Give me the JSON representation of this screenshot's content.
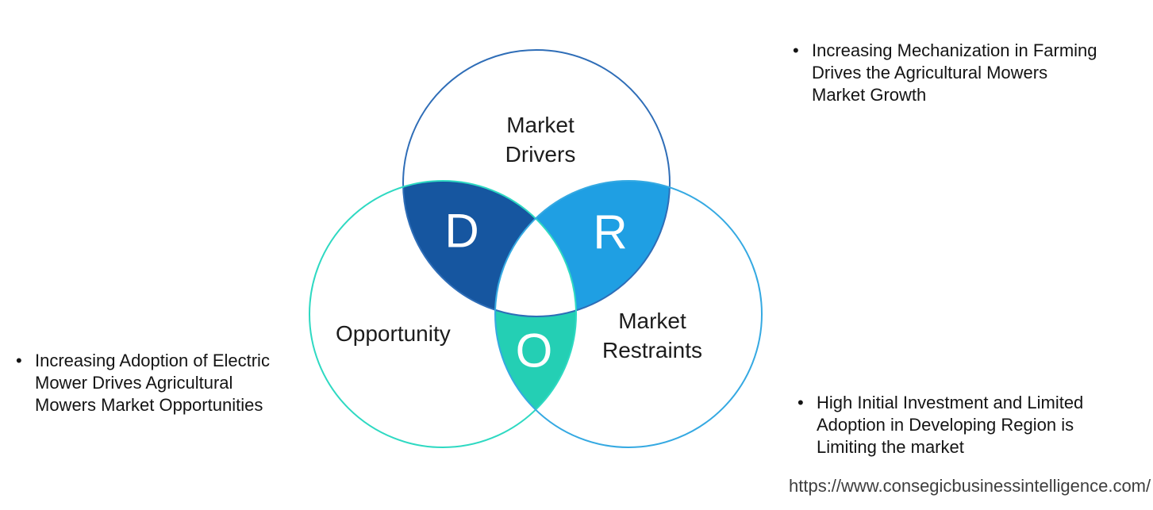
{
  "diagram": {
    "circles": {
      "drivers": {
        "label": "Market\nDrivers",
        "letter": "D",
        "stroke": "#2e6db7",
        "lens_fill": "#1656a0"
      },
      "opportunity": {
        "label": "Opportunity",
        "letter": "O",
        "stroke": "#2ed9c2",
        "lens_fill": "#24cfb4"
      },
      "restraints": {
        "label": "Market\nRestraints",
        "letter": "R",
        "stroke": "#35a9e2",
        "lens_fill": "#1f9fe3"
      }
    },
    "center_fill": "#ffffff",
    "letter_color": "#ffffff"
  },
  "annotations": {
    "drivers_note": {
      "bullet": "•",
      "text": "Increasing Mechanization in Farming\nDrives the Agricultural Mowers\nMarket Growth"
    },
    "opportunity_note": {
      "bullet": "•",
      "text": "Increasing Adoption of Electric\nMower Drives Agricultural\nMowers Market Opportunities"
    },
    "restraints_note": {
      "bullet": "•",
      "text": "High Initial Investment and Limited\nAdoption in Developing Region is\nLimiting the market"
    }
  },
  "footer": {
    "url": "https://www.consegicbusinessintelligence.com/"
  }
}
